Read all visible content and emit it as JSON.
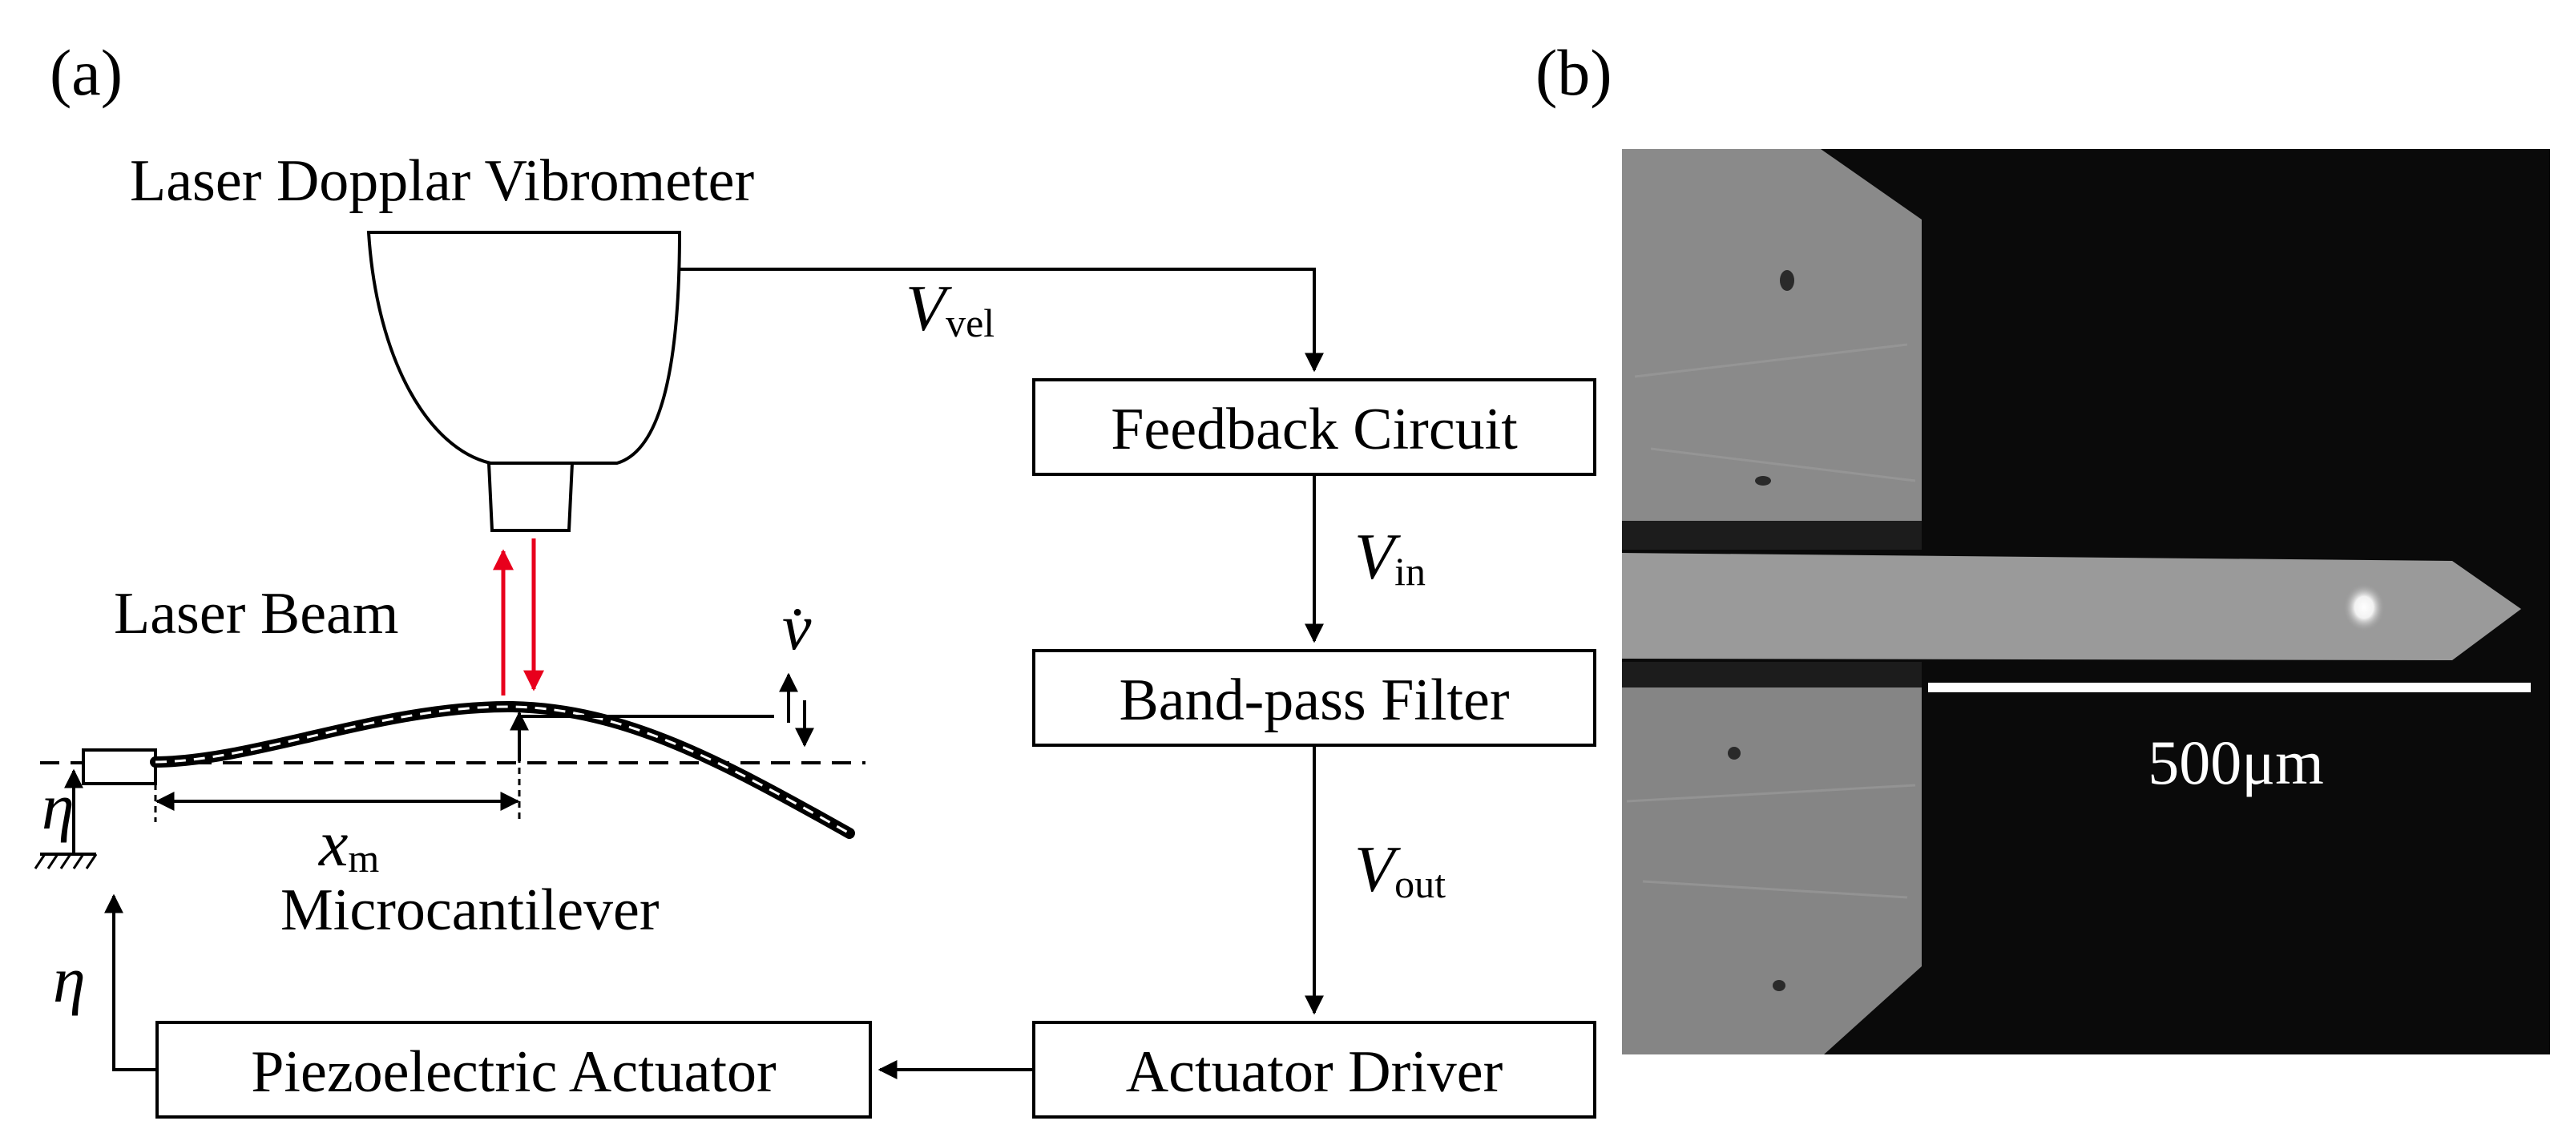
{
  "panel_a": {
    "panel_label": "(a)",
    "ldv_label": "Laser Dopplar Vibrometer",
    "laser_beam_label": "Laser Beam",
    "cantilever_label": "Microcantilever",
    "blocks": {
      "feedback": "Feedback Circuit",
      "bandpass": "Band-pass Filter",
      "driver": "Actuator Driver",
      "piezo": "Piezoelectric Actuator"
    },
    "signals": {
      "vel": {
        "symbol": "V",
        "subscript": "vel"
      },
      "in": {
        "symbol": "V",
        "subscript": "in"
      },
      "out": {
        "symbol": "V",
        "subscript": "out"
      },
      "xm": {
        "symbol": "x",
        "subscript": "m"
      },
      "vdot": "v̇",
      "eta": "η"
    },
    "colors": {
      "laser": "#e8001c",
      "line": "#000000"
    }
  },
  "panel_b": {
    "panel_label": "(b)",
    "scale_bar_label": "500μm",
    "colors": {
      "background": "#0a0a0a",
      "chip": "#8a8a8a",
      "scale_bar": "#ffffff"
    }
  }
}
